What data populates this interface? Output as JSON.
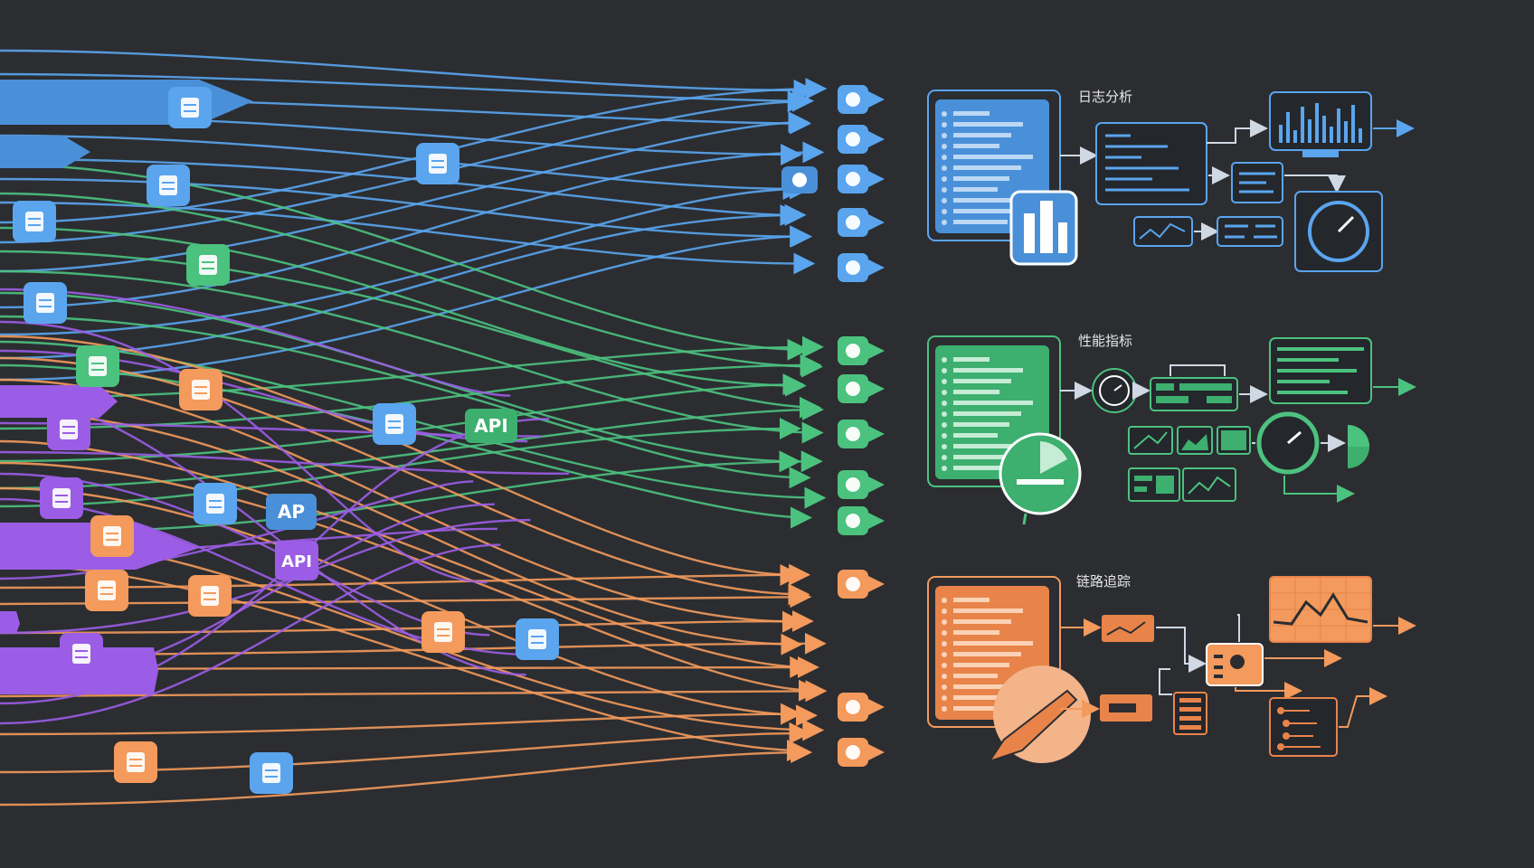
{
  "colors": {
    "background": "#2b2d31",
    "blue": "#4a90d9",
    "blue_light": "#5aa5ee",
    "green": "#3daf6e",
    "green_light": "#4cc27f",
    "orange": "#e8844a",
    "orange_light": "#f39a5c",
    "purple": "#9b5de5",
    "panel_dark": "#24272c"
  },
  "streams": {
    "categories": [
      "blue",
      "green",
      "orange",
      "purple"
    ],
    "source_icons": [
      "database-icon",
      "database-icon",
      "database-icon",
      "server-icon",
      "document-icon",
      "cloud-icon",
      "chart-icon",
      "lock-icon",
      "calendar-icon",
      "document-icon",
      "box-icon",
      "search-icon",
      "file-icon",
      "grid-icon"
    ],
    "middle_chips": [
      {
        "text": "API",
        "color": "green"
      },
      {
        "text": "AP",
        "color": "blue"
      },
      {
        "text": "API",
        "color": "purple"
      }
    ],
    "destination_icons": {
      "blue": [
        "cloud-icon",
        "document-icon",
        "cloud-icon",
        "card-icon",
        "gear-icon"
      ],
      "green": [
        "cloud-icon",
        "folder-icon",
        "list-icon",
        "gear-icon",
        "refresh-icon"
      ],
      "orange": [
        "folder-icon",
        "none",
        "none",
        "none",
        "cloud-icon",
        "document-icon"
      ]
    }
  },
  "sections": [
    {
      "title": "日志分析",
      "color": "blue"
    },
    {
      "title": "性能指标",
      "color": "green"
    },
    {
      "title": "链路追踪",
      "color": "orange"
    }
  ]
}
